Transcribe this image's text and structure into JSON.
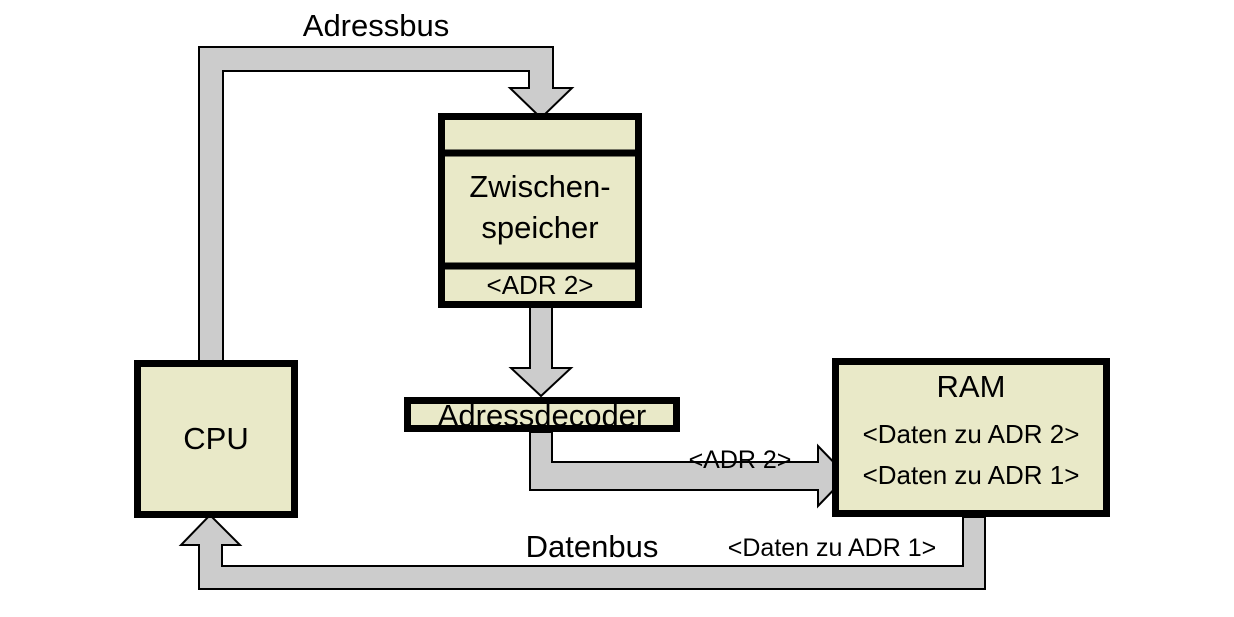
{
  "diagram": {
    "title": "Speicherzugriff CPU RAM Adressdecoder",
    "colors": {
      "box_fill": "#e9e9c8",
      "box_stroke": "#000000",
      "bus_fill": "#cccccc",
      "bus_stroke": "#000000",
      "background": "#ffffff"
    },
    "nodes": {
      "cpu": {
        "label": "CPU"
      },
      "zwischenspeicher": {
        "row_top": "",
        "label": "Zwischen-",
        "label2": "speicher",
        "row_bottom": "<ADR 2>"
      },
      "adressdecoder": {
        "label": "Adressdecoder"
      },
      "ram": {
        "label": "RAM",
        "row1": "<Daten zu ADR 2>",
        "row2": "<Daten zu ADR 1>"
      }
    },
    "buses": {
      "adressbus": {
        "label": "Adressbus",
        "from": "CPU",
        "to": "Zwischenspeicher"
      },
      "datenbus": {
        "label": "Datenbus",
        "payload": "<Daten zu ADR 1>",
        "from": "RAM",
        "to": "CPU"
      },
      "decoder_to_ram": {
        "label": "<ADR 2>",
        "from": "Adressdecoder",
        "to": "RAM"
      },
      "zs_to_decoder": {
        "label": "",
        "from": "Zwischenspeicher",
        "to": "Adressdecoder"
      }
    }
  }
}
